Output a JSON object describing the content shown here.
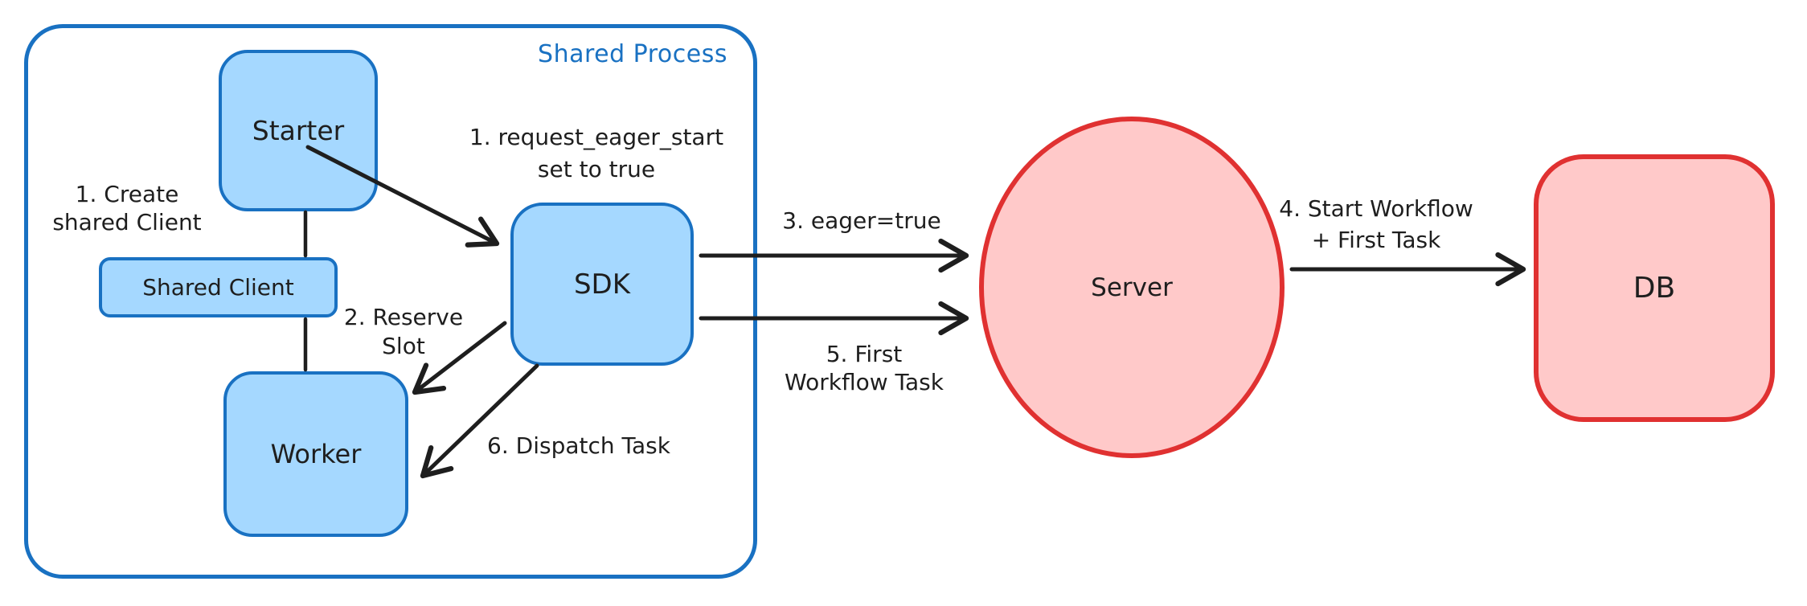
{
  "diagram": {
    "shared_process": {
      "label": "Shared Process",
      "nodes": {
        "starter": "Starter",
        "shared_client": "Shared Client",
        "worker": "Worker",
        "sdk": "SDK"
      },
      "annotations": {
        "create_shared_client": {
          "line1": "1. Create",
          "line2": "shared Client"
        },
        "request_eager_start": {
          "line1": "1. request_eager_start",
          "line2": "set to true"
        },
        "reserve_slot": {
          "line1": "2. Reserve",
          "line2": "Slot"
        },
        "dispatch_task": "6. Dispatch Task"
      }
    },
    "server": {
      "label": "Server"
    },
    "db": {
      "label": "DB"
    },
    "edges": {
      "eager_true": "3. eager=true",
      "first_workflow_task": {
        "line1": "5. First",
        "line2": "Workflow Task"
      },
      "start_workflow": {
        "line1": "4. Start Workflow",
        "line2": "+ First Task"
      }
    },
    "colors": {
      "blue_stroke": "#1971c2",
      "blue_fill": "#a5d8ff",
      "red_stroke": "#e03131",
      "red_fill": "#ffc9c9",
      "ink": "#1e1e1e",
      "background": "#ffffff"
    }
  }
}
